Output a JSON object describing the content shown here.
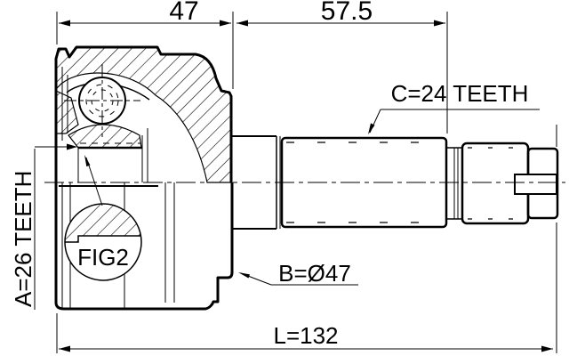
{
  "drawing": {
    "type": "technical-drawing",
    "subject": "CV joint outer race and splined shaft, cross-section",
    "colors": {
      "line": "#000000",
      "background": "#ffffff"
    },
    "dimensions": {
      "race_width": "47",
      "shaft_section": "57.5",
      "total_length": "L=132",
      "body_diameter": "B=Ø47"
    },
    "labels": {
      "inner_spline": "A=26 TEETH",
      "outer_spline": "C=24 TEETH",
      "detail_ref": "FIG2"
    }
  }
}
